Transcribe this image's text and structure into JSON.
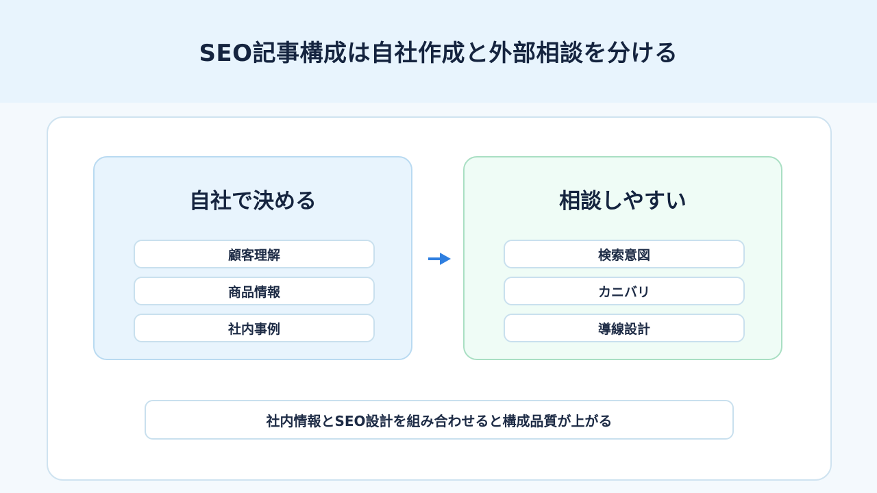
{
  "header": {
    "title": "SEO記事構成は自社作成と外部相談を分ける"
  },
  "left_panel": {
    "title": "自社で決める",
    "items": [
      "顧客理解",
      "商品情報",
      "社内事例"
    ]
  },
  "right_panel": {
    "title": "相談しやすい",
    "items": [
      "検索意図",
      "カニバリ",
      "導線設計"
    ]
  },
  "summary": {
    "text": "社内情報とSEO設計を組み合わせると構成品質が上がる"
  },
  "icons": {
    "arrow": "arrow-right-icon"
  },
  "colors": {
    "header_bg": "#e8f4fd",
    "left_panel_bg": "#e8f4fd",
    "left_panel_border": "#b9daf1",
    "right_panel_bg": "#effcf6",
    "right_panel_border": "#a9dfc3",
    "arrow": "#2f7fe0",
    "text": "#15243f"
  }
}
